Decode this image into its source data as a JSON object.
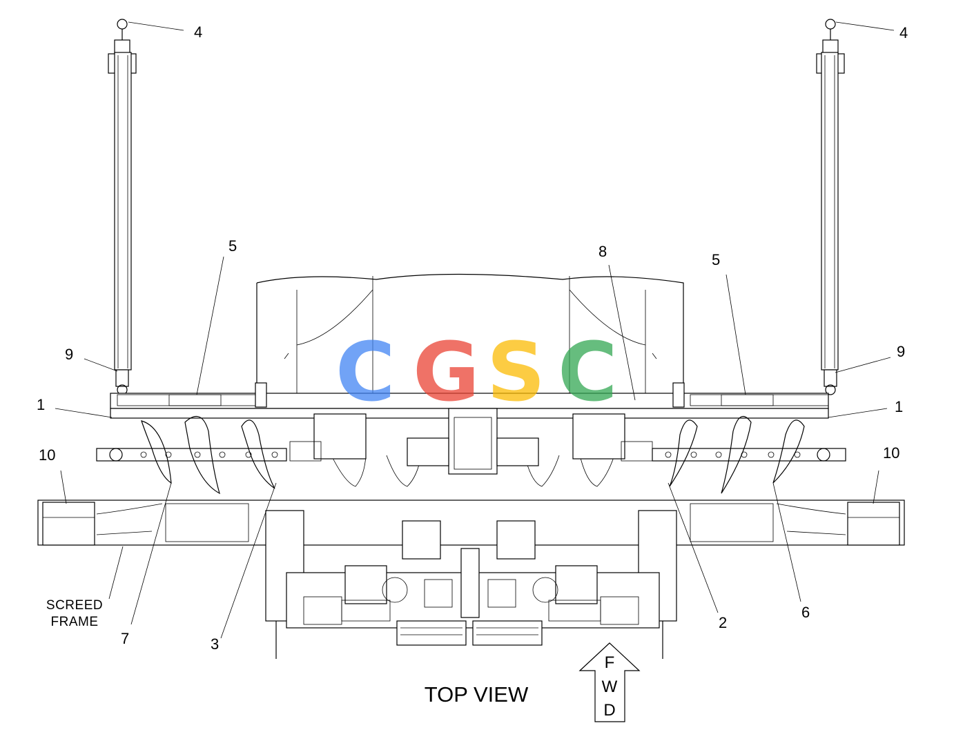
{
  "view_title": "TOP VIEW",
  "fwd_letters": [
    "F",
    "W",
    "D"
  ],
  "screed_frame_lines": [
    "SCREED",
    "FRAME"
  ],
  "callouts": {
    "c1_left": "1",
    "c1_right": "1",
    "c2": "2",
    "c3": "3",
    "c4_left": "4",
    "c4_right": "4",
    "c5_left": "5",
    "c5_right": "5",
    "c6": "6",
    "c7": "7",
    "c8": "8",
    "c9_left": "9",
    "c9_right": "9",
    "c10_left": "10",
    "c10_right": "10"
  },
  "watermark": {
    "letters": [
      "C",
      "G",
      "S",
      "C"
    ],
    "colors": [
      "#4285F4",
      "#EA4335",
      "#FBBC05",
      "#34A853"
    ]
  }
}
